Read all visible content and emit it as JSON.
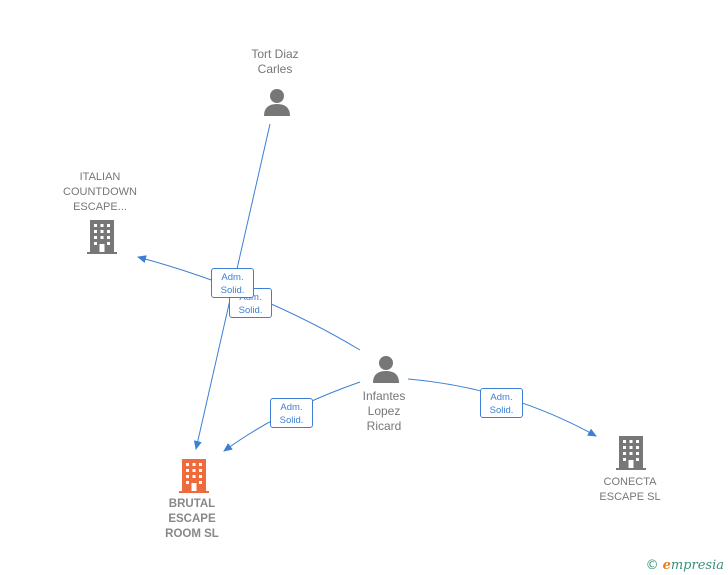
{
  "colors": {
    "edge": "#3d7fd4",
    "person_icon": "#777777",
    "company_icon": "#777777",
    "focus_company_icon": "#ef6b3b",
    "label_text": "#777777"
  },
  "nodes": {
    "tort": {
      "label": "Tort Diaz\nCarles",
      "type": "person",
      "icon": "person-icon"
    },
    "italian": {
      "label": "ITALIAN\nCOUNTDOWN\nESCAPE...",
      "type": "company",
      "icon": "building-icon"
    },
    "infantes": {
      "label": "Infantes\nLopez\nRicard",
      "type": "person",
      "icon": "person-icon"
    },
    "brutal": {
      "label": "BRUTAL\nESCAPE\nROOM  SL",
      "type": "company",
      "icon": "building-icon",
      "highlighted": true
    },
    "conecta": {
      "label": "CONECTA\nESCAPE  SL",
      "type": "company",
      "icon": "building-icon"
    }
  },
  "edges": [
    {
      "from": "tort",
      "to": "brutal",
      "label_line1": "Adm.",
      "label_line2": "Solid."
    },
    {
      "from": "infantes",
      "to": "italian",
      "label_line1": "Adm.",
      "label_line2": "Solid."
    },
    {
      "from": "infantes",
      "to": "brutal",
      "label_line1": "Adm.",
      "label_line2": "Solid."
    },
    {
      "from": "infantes",
      "to": "conecta",
      "label_line1": "Adm.",
      "label_line2": "Solid."
    }
  ],
  "watermark": {
    "copyright": "©",
    "brand_initial": "e",
    "brand_rest": "mpresia"
  }
}
